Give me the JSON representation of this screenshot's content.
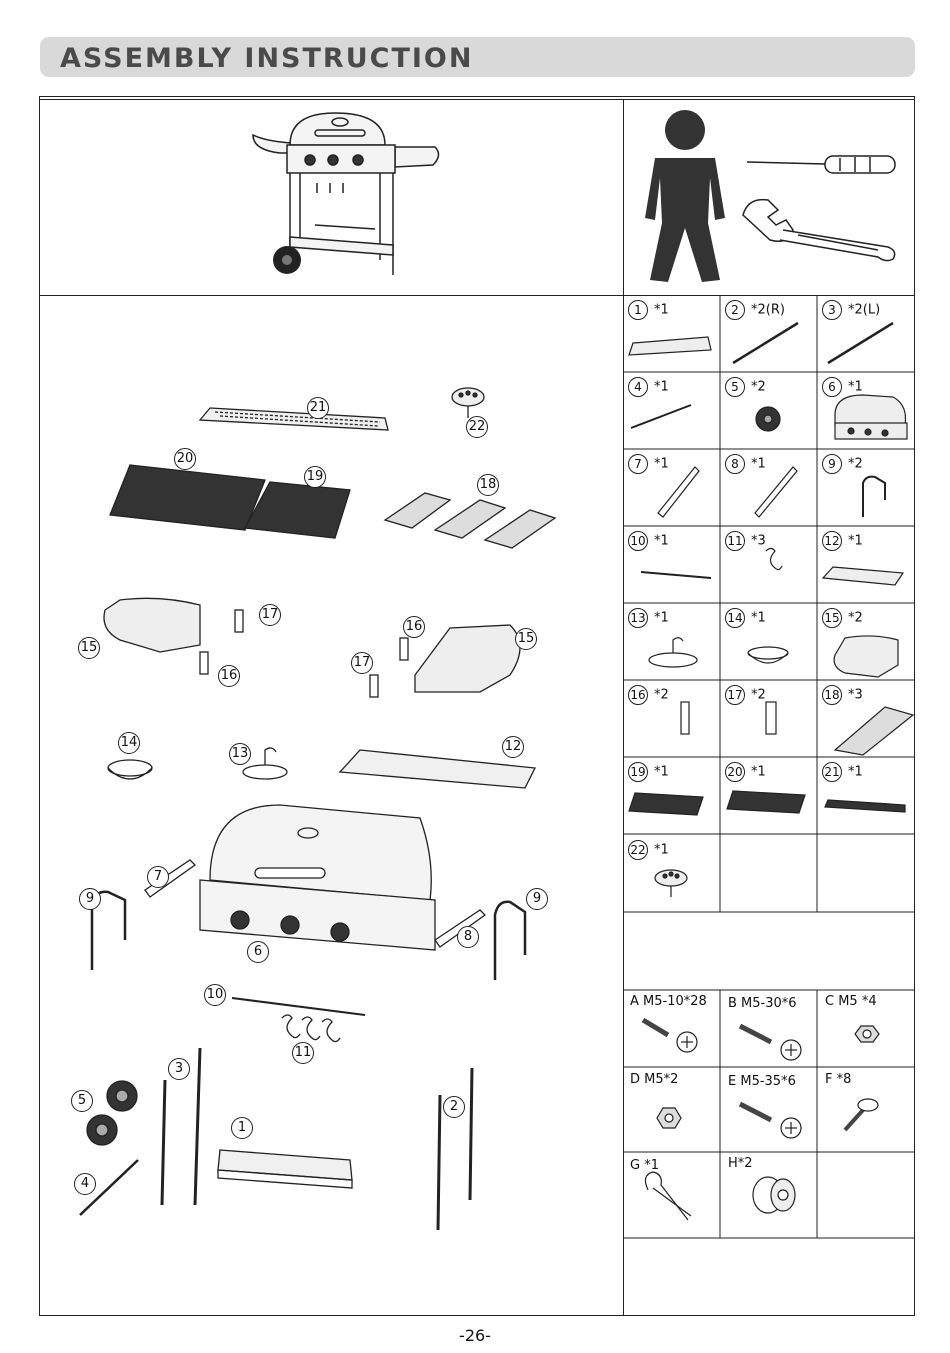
{
  "header": {
    "title": "ASSEMBLY INSTRUCTION"
  },
  "parts": [
    {
      "num": "1",
      "qty": "*1"
    },
    {
      "num": "2",
      "qty": "*2(R)"
    },
    {
      "num": "3",
      "qty": "*2(L)"
    },
    {
      "num": "4",
      "qty": "*1"
    },
    {
      "num": "5",
      "qty": "*2"
    },
    {
      "num": "6",
      "qty": "*1"
    },
    {
      "num": "7",
      "qty": "*1"
    },
    {
      "num": "8",
      "qty": "*1"
    },
    {
      "num": "9",
      "qty": "*2"
    },
    {
      "num": "10",
      "qty": "*1"
    },
    {
      "num": "11",
      "qty": "*3"
    },
    {
      "num": "12",
      "qty": "*1"
    },
    {
      "num": "13",
      "qty": "*1"
    },
    {
      "num": "14",
      "qty": "*1"
    },
    {
      "num": "15",
      "qty": "*2"
    },
    {
      "num": "16",
      "qty": "*2"
    },
    {
      "num": "17",
      "qty": "*2"
    },
    {
      "num": "18",
      "qty": "*3"
    },
    {
      "num": "19",
      "qty": "*1"
    },
    {
      "num": "20",
      "qty": "*1"
    },
    {
      "num": "21",
      "qty": "*1"
    },
    {
      "num": "22",
      "qty": "*1"
    }
  ],
  "hardware": [
    {
      "label": "A M5-10*28"
    },
    {
      "label": "B M5-30*6"
    },
    {
      "label": "C M5  *4"
    },
    {
      "label": "D  M5*2"
    },
    {
      "label": "E M5-35*6"
    },
    {
      "label": "F *8"
    },
    {
      "label": "G *1"
    },
    {
      "label": "H*2"
    }
  ],
  "callouts": [
    "21",
    "22",
    "20",
    "19",
    "18",
    "17",
    "15",
    "16",
    "16",
    "15",
    "17",
    "14",
    "13",
    "12",
    "7",
    "9",
    "6",
    "8",
    "9",
    "10",
    "11",
    "3",
    "5",
    "2",
    "1",
    "4"
  ],
  "footer": {
    "page": "-26-"
  }
}
